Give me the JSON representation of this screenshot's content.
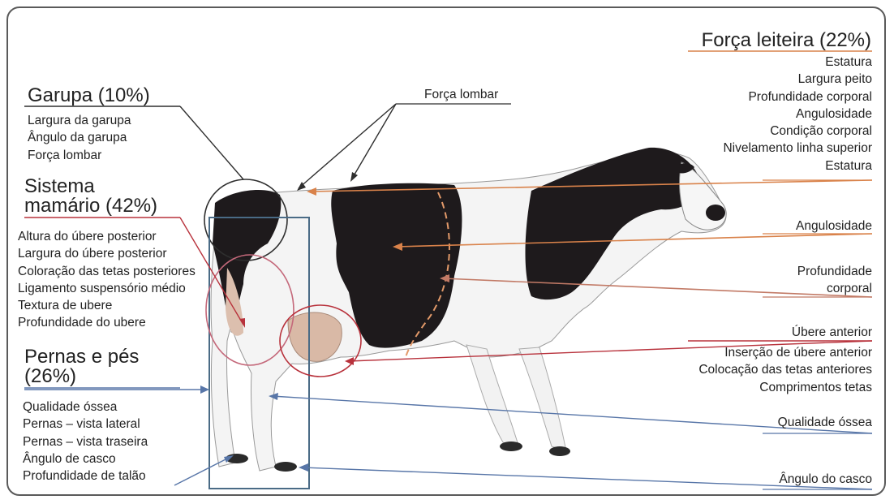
{
  "garupa": {
    "title": "Garupa (10%)",
    "items": [
      "Largura da garupa",
      "Ângulo da garupa",
      "Força lombar"
    ]
  },
  "sistema": {
    "title_line1": "Sistema",
    "title_line2": "mamário (42%)",
    "items": [
      "Altura do úbere posterior",
      "Largura do úbere posterior",
      "Coloração das tetas posteriores",
      "Ligamento suspensório médio",
      "Textura de ubere",
      "Profundidade do ubere"
    ]
  },
  "pernas": {
    "title_line1": "Pernas e pés",
    "title_line2": "(26%)",
    "items": [
      "Qualidade óssea",
      "Pernas – vista lateral",
      "Pernas – vista traseira",
      "Ângulo de casco",
      "Profundidade de talão"
    ]
  },
  "forca": {
    "title": "Força leiteira (22%)",
    "items": [
      "Estatura",
      "Largura peito",
      "Profundidade corporal",
      "Angulosidade",
      "Condição corporal",
      "Nivelamento linha superior",
      "Estatura"
    ]
  },
  "callouts": {
    "forca_lombar": "Força lombar",
    "angulosidade": "Angulosidade",
    "profundidade_1": "Profundidade",
    "profundidade_2": "corporal",
    "ubere_anterior": "Úbere anterior",
    "ubere_items": [
      "Inserção de úbere anterior",
      "Colocação das tetas anteriores",
      "Comprimentos tetas"
    ],
    "qualidade_ossea": "Qualidade óssea",
    "angulo_casco": "Ângulo do casco"
  },
  "colors": {
    "frame": "#5a5a5a",
    "orange": "#d9824a",
    "red": "#b8323c",
    "blue": "#5876a8",
    "gray": "#555555",
    "black_spot": "#1e1a1c"
  }
}
